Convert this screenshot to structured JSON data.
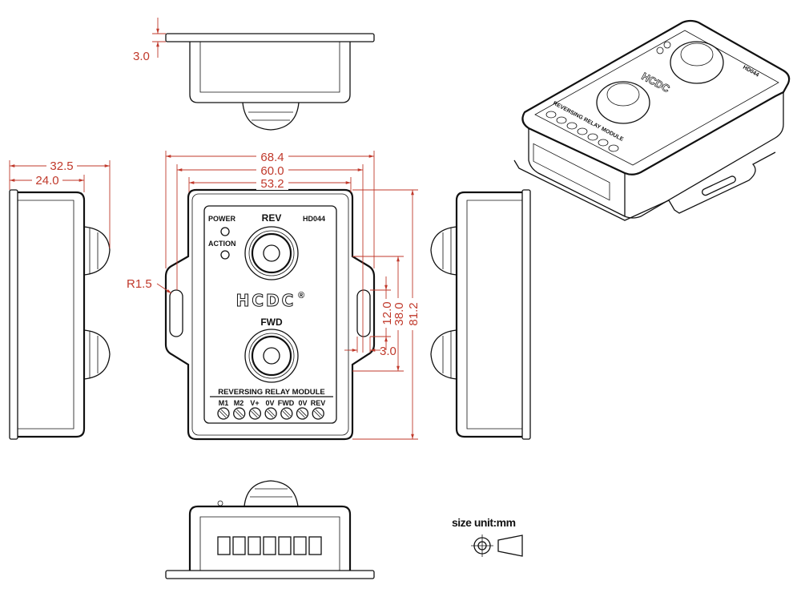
{
  "dimensions": {
    "top_plate_thickness": "3.0",
    "overall_width": "68.4",
    "slot_spacing": "60.0",
    "body_width": "53.2",
    "side_depth_total": "32.5",
    "side_depth_body": "24.0",
    "corner_radius": "R1.5",
    "slot_length": "12.0",
    "ear_height": "38.0",
    "overall_height": "81.2",
    "slot_width": "3.0"
  },
  "panel": {
    "power": "POWER",
    "action": "ACTION",
    "rev": "REV",
    "fwd": "FWD",
    "model": "HD044",
    "brand": "HCDC",
    "registered": "®",
    "module_name": "REVERSING RELAY MODULE",
    "terminals": [
      "M1",
      "M2",
      "V+",
      "0V",
      "FWD",
      "0V",
      "REV"
    ]
  },
  "unit_note": "size unit:mm",
  "colors": {
    "dimension": "#c0392b",
    "outline": "#111111"
  }
}
